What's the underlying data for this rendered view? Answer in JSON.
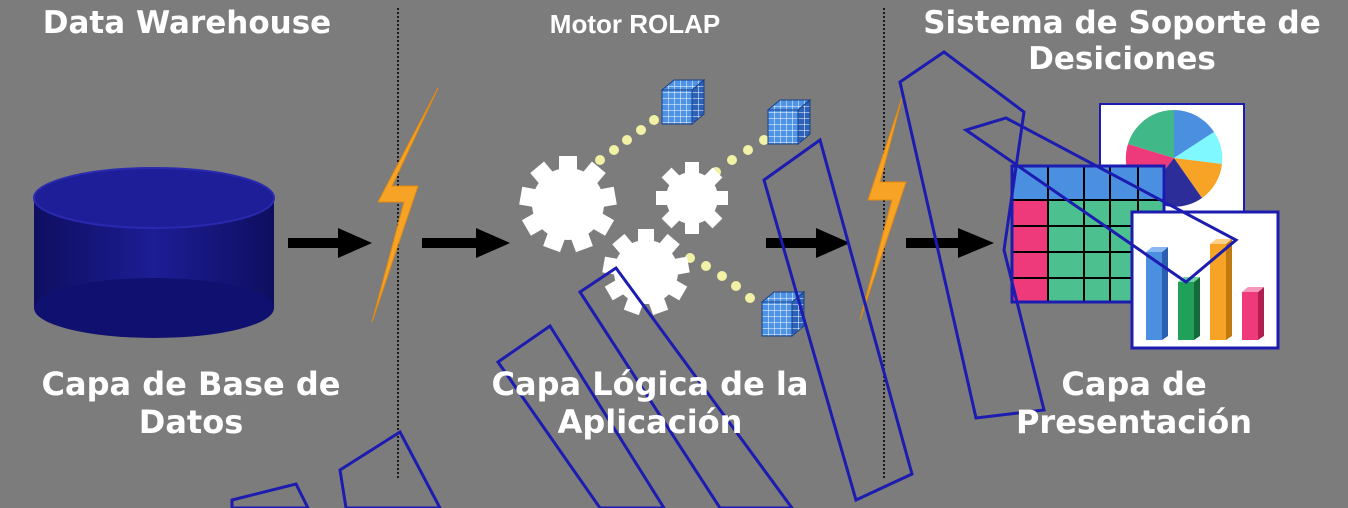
{
  "headings": {
    "data_warehouse": "Data Warehouse",
    "motor_rolap": "Motor ROLAP",
    "sistema_soporte": "Sistema de Soporte de Desiciones"
  },
  "layers": {
    "base_datos": "Capa de Base de Datos",
    "logica": "Capa Lógica de la Aplicación",
    "presentacion": "Capa de Presentación"
  },
  "colors": {
    "background": "#7c7c7c",
    "database": "#18188a",
    "lightning": "#f7a325",
    "cube": "#4b8fe0",
    "dots": "#f2f2a6",
    "outline": "#1c1cb0"
  }
}
